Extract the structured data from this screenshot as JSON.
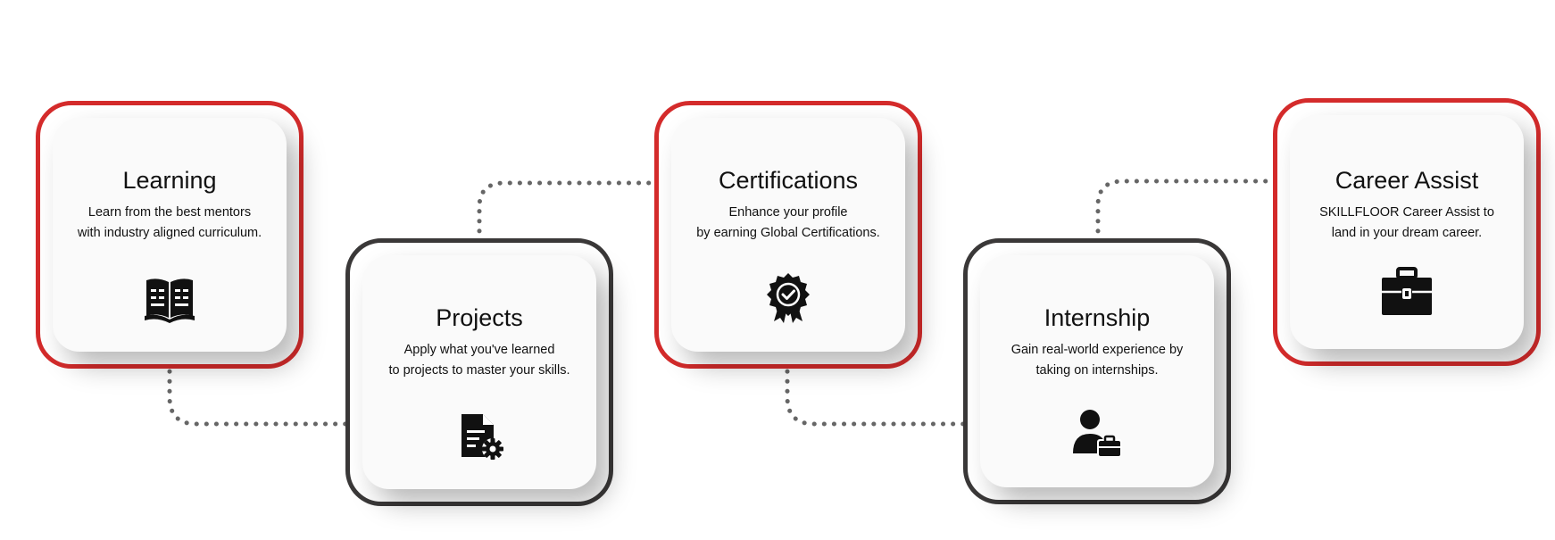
{
  "colors": {
    "accent_red": "#d42b2b",
    "dark_border": "#3a3838",
    "connector": "#666666",
    "icon": "#111111"
  },
  "steps": [
    {
      "title": "Learning",
      "desc_line1": "Learn from the best mentors",
      "desc_line2": "with industry aligned curriculum.",
      "icon": "open-book-icon",
      "border": "red"
    },
    {
      "title": "Projects",
      "desc_line1": "Apply what you've learned",
      "desc_line2": "to projects to master your skills.",
      "icon": "document-gear-icon",
      "border": "dark"
    },
    {
      "title": "Certifications",
      "desc_line1": "Enhance your profile",
      "desc_line2": "by earning Global Certifications.",
      "icon": "award-badge-icon",
      "border": "red"
    },
    {
      "title": "Internship",
      "desc_line1": "Gain real-world experience by",
      "desc_line2": "taking on internships.",
      "icon": "person-briefcase-icon",
      "border": "dark"
    },
    {
      "title": "Career Assist",
      "desc_line1": "SKILLFLOOR Career Assist to",
      "desc_line2": "land in your dream career.",
      "icon": "briefcase-icon",
      "border": "red"
    }
  ]
}
